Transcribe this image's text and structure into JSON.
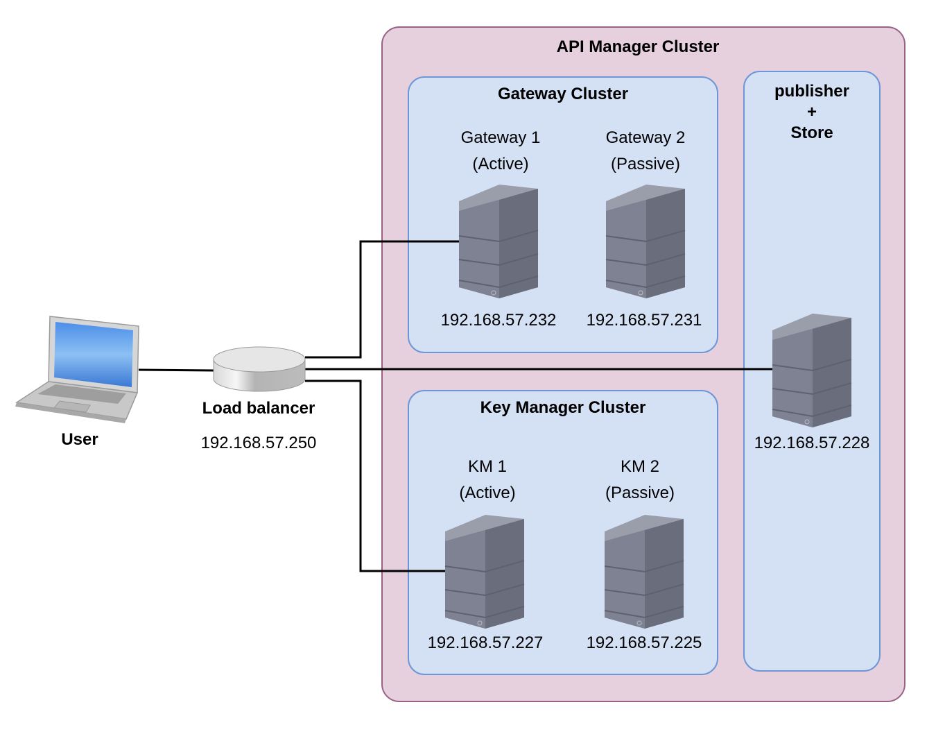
{
  "api_cluster": {
    "title": "API Manager Cluster"
  },
  "gateway_cluster": {
    "title": "Gateway Cluster",
    "nodes": [
      {
        "name": "Gateway 1",
        "state": "(Active)",
        "ip": "192.168.57.232"
      },
      {
        "name": "Gateway 2",
        "state": "(Passive)",
        "ip": "192.168.57.231"
      }
    ]
  },
  "key_manager_cluster": {
    "title": "Key Manager Cluster",
    "nodes": [
      {
        "name": "KM 1",
        "state": "(Active)",
        "ip": "192.168.57.227"
      },
      {
        "name": "KM 2",
        "state": "(Passive)",
        "ip": "192.168.57.225"
      }
    ]
  },
  "publisher_store": {
    "title_line1": "publisher",
    "title_line2": "+",
    "title_line3": "Store",
    "ip": "192.168.57.228"
  },
  "load_balancer": {
    "label": "Load balancer",
    "ip": "192.168.57.250"
  },
  "user": {
    "label": "User"
  },
  "colors": {
    "api_cluster_fill": "#e6d0de",
    "api_cluster_border": "#996185",
    "sub_cluster_fill": "#d4e1f5",
    "sub_cluster_border": "#6d96d6",
    "server_body": "#7b7f8f",
    "wire": "#000000"
  },
  "icons": [
    "laptop-icon",
    "load-balancer-icon",
    "server-icon"
  ]
}
